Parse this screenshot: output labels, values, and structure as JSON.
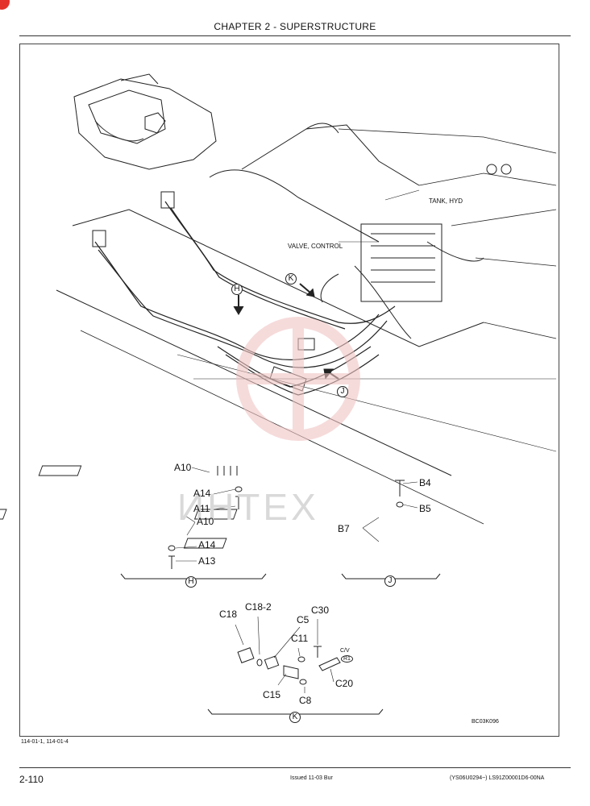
{
  "header": {
    "chapter_title": "CHAPTER 2 - SUPERSTRUCTURE"
  },
  "callouts": {
    "tank_hyd": "TANK, HYD",
    "valve_control": "VALVE, CONTROL",
    "h": "H",
    "k": "K",
    "j": "J"
  },
  "detail_h": {
    "a10_top": "A10",
    "a14_top": "A14",
    "a11": "A11",
    "a10_bottom": "A10",
    "a14_bottom": "A14",
    "a13": "A13",
    "marker": "H"
  },
  "detail_j": {
    "b4": "B4",
    "b5": "B5",
    "b7": "B7",
    "marker": "J"
  },
  "detail_k": {
    "c18": "C18",
    "c18_2": "C18-2",
    "c5": "C5",
    "c30": "C30",
    "c11": "C11",
    "cv": "C/V",
    "r1": "R1",
    "c20": "C20",
    "c15": "C15",
    "c8": "C8",
    "marker": "K"
  },
  "figure_id": "BC03K096",
  "watermark": "ИНТЕХ",
  "footer": {
    "ref": "114-01-1, 114-01-4",
    "page": "2-110",
    "issued": "Issued 11-03   Bur",
    "doc_number": "(YS06U0294~)   LS91Z00001D6-00NA"
  },
  "colors": {
    "badge": "#e4322b",
    "watermark": "#d9d9d9",
    "ink": "#111111"
  }
}
